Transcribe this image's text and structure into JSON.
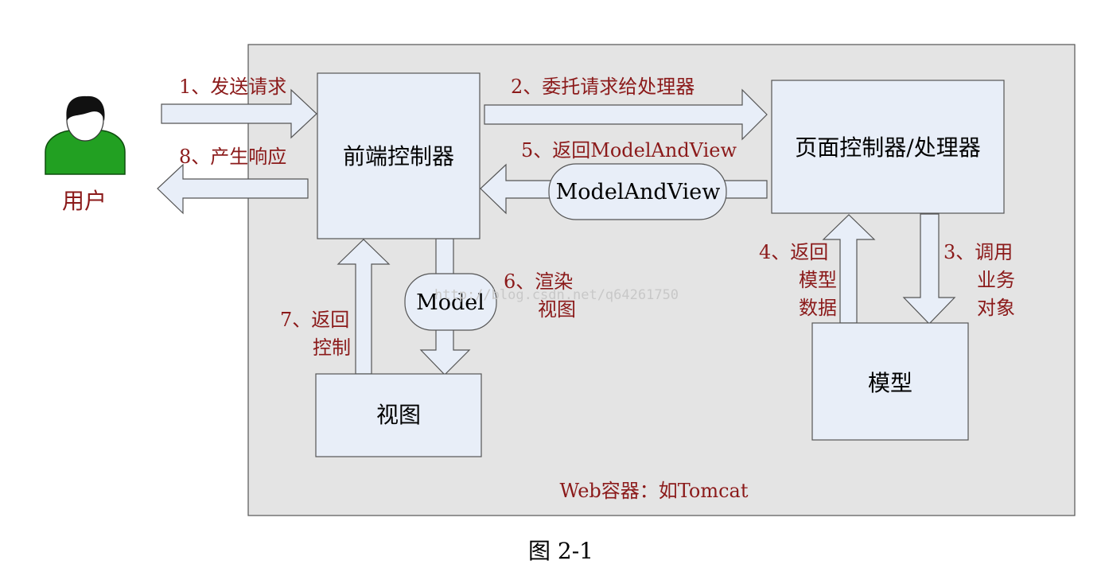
{
  "colors": {
    "container_fill": "#e4e4e4",
    "box_fill": "#e8eef8",
    "arrow_fill": "#e8eef8",
    "stroke": "#555555",
    "label_text": "#8b1a1a",
    "user_green": "#22a022"
  },
  "user": {
    "label": "用户",
    "icon": "user-icon"
  },
  "container": {
    "label": "Web容器：如Tomcat"
  },
  "boxes": {
    "front_controller": "前端控制器",
    "page_controller": "页面控制器/处理器",
    "view": "视图",
    "model": "模型"
  },
  "pills": {
    "model_and_view": "ModelAndView",
    "model": "Model"
  },
  "steps": {
    "s1": "1、发送请求",
    "s2": "2、委托请求给处理器",
    "s3": [
      "3、调用",
      "业务",
      "对象"
    ],
    "s4": [
      "4、返回",
      "模型",
      "数据"
    ],
    "s5": "5、返回ModelAndView",
    "s6": [
      "6、渲染",
      "视图"
    ],
    "s7": [
      "7、返回",
      "控制"
    ],
    "s8": "8、产生响应"
  },
  "watermark": "http://blog.csdn.net/q64261750",
  "caption": "图 2-1"
}
